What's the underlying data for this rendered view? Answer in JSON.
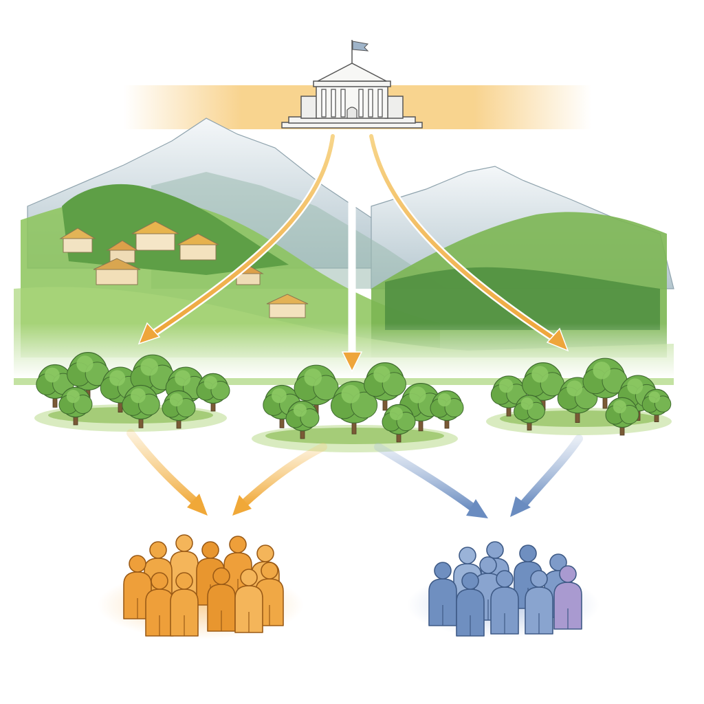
{
  "colors": {
    "background": "#ffffff",
    "warm_band": "#f6c56a",
    "warm_arrow": "#f0b040",
    "cool_arrow": "#7f9fcf",
    "orange_group": "#f0a040",
    "blue_group": "#7d9ac8",
    "mountain_snow": "#e6eef3",
    "mountain_rock": "#b9c9cf",
    "hill_green": "#8cc45a",
    "forest_green": "#5f9f48",
    "tree_canopy": "#6fb04c",
    "building": "#f4f4f2"
  },
  "icons": {
    "institution": "government-building-icon",
    "flag": "flag-icon",
    "person": "person-icon",
    "tree": "tree-icon"
  },
  "nodes": {
    "institution": {
      "kind": "government-building"
    },
    "regions": [
      {
        "id": "left",
        "kind": "forest-cluster"
      },
      {
        "id": "center",
        "kind": "forest-cluster"
      },
      {
        "id": "right",
        "kind": "forest-cluster"
      }
    ],
    "groups": [
      {
        "id": "orange",
        "kind": "people-group",
        "members": 11
      },
      {
        "id": "blue",
        "kind": "people-group",
        "members": 10
      }
    ]
  },
  "edges": [
    {
      "from": "institution",
      "to": "left",
      "tone": "warm"
    },
    {
      "from": "institution",
      "to": "center",
      "tone": "warm"
    },
    {
      "from": "institution",
      "to": "right",
      "tone": "warm"
    },
    {
      "from": "left",
      "to": "orange",
      "tone": "warm"
    },
    {
      "from": "center",
      "to": "orange",
      "tone": "warm"
    },
    {
      "from": "center",
      "to": "blue",
      "tone": "cool"
    },
    {
      "from": "right",
      "to": "blue",
      "tone": "cool"
    }
  ]
}
